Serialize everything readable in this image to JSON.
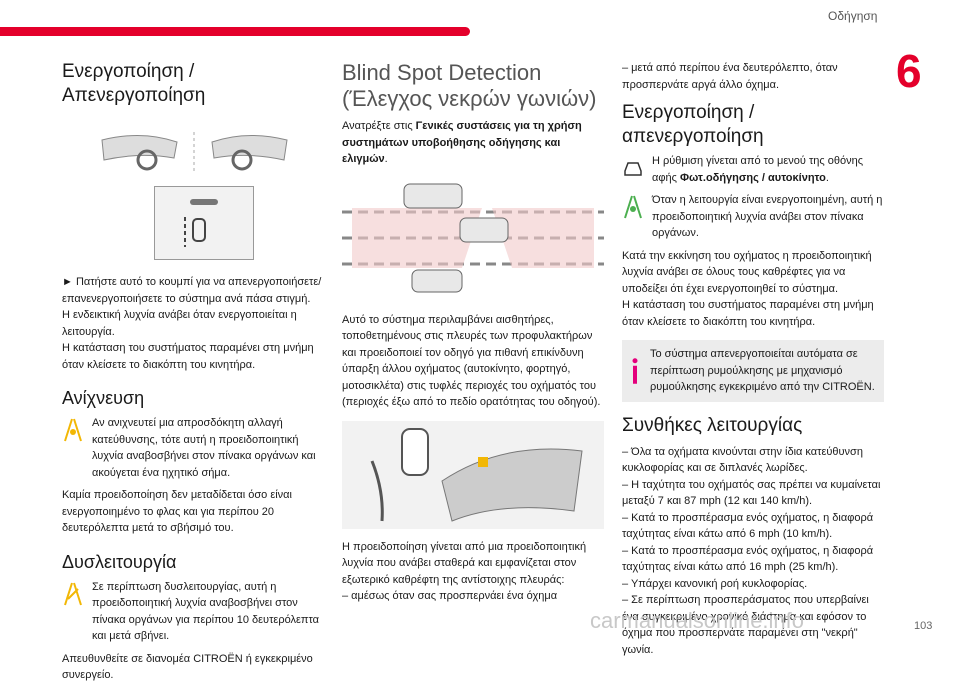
{
  "header": {
    "section": "Οδήγηση",
    "chapter": "6",
    "page": "103"
  },
  "col1": {
    "title": "Ενεργοποίηση / Απενεργοποίηση",
    "paragraphs": [
      "► Πατήστε αυτό το κουμπί για να απενεργοποιήσετε/ επανενεργοποιήσετε το σύστημα ανά πάσα στιγμή.",
      "Η ενδεικτική λυχνία ανάβει όταν ενεργοποιείται η λειτουργία.",
      "Η κατάσταση του συστήματος παραμένει στη μνήμη όταν κλείσετε το διακόπτη του κινητήρα."
    ],
    "detection": {
      "title": "Ανίχνευση",
      "icon_text": "Αν ανιχνευτεί μια απροσδόκητη αλλαγή κατεύθυνσης, τότε αυτή η προειδοποιητική λυχνία αναβοσβήνει στον πίνακα οργάνων και ακούγεται ένα ηχητικό σήμα.",
      "text": "Καμία προειδοποίηση δεν μεταδίδεται όσο είναι ενεργοποιημένο το φλας και για περίπου 20 δευτερόλεπτα μετά το σβήσιμό του."
    },
    "malfunction": {
      "title": "Δυσλειτουργία",
      "icon_text": "Σε περίπτωση δυσλειτουργίας, αυτή η προειδοποιητική λυχνία αναβοσβήνει στον πίνακα οργάνων για περίπου 10 δευτερόλεπτα και μετά σβήνει.",
      "text": "Απευθυνθείτε σε διανομέα CITROËN ή εγκεκριμένο συνεργείο."
    }
  },
  "col2": {
    "title": "Blind Spot Detection (Έλεγχος νεκρών γωνιών)",
    "intro_prefix": "Ανατρέξτε στις ",
    "intro_bold": "Γενικές συστάσεις για τη χρήση συστημάτων υποβοήθησης οδήγησης και ελιγμών",
    "intro_suffix": ".",
    "body": "Αυτό το σύστημα περιλαμβάνει αισθητήρες, τοποθετημένους στις πλευρές των προφυλακτήρων και προειδοποιεί τον οδηγό για πιθανή επικίνδυνη ύπαρξη άλλου οχήματος (αυτοκίνητο, φορτηγό, μοτοσικλέτα) στις τυφλές περιοχές του οχήματός του (περιοχές έξω από το πεδίο ορατότητας του οδηγού).",
    "warning": "Η προειδοποίηση γίνεται από μια προειδοποιητική λυχνία που ανάβει σταθερά και εμφανίζεται στον εξωτερικό καθρέφτη της αντίστοιχης πλευράς:",
    "bullet": "–  αμέσως όταν σας προσπερνάει ένα όχημα"
  },
  "col3": {
    "bullet_cont": "–  μετά από περίπου ένα δευτερόλεπτο, όταν προσπερνάτε αργά άλλο όχημα.",
    "title": "Ενεργοποίηση / απενεργοποίηση",
    "icon1_prefix": "Η ρύθμιση γίνεται από το μενού της οθόνης αφής ",
    "icon1_bold": "Φωτ.οδήγησης / αυτοκίνητο",
    "icon1_suffix": ".",
    "icon2_text": "Όταν η λειτουργία είναι ενεργοποιημένη, αυτή η προειδοποιητική λυχνία ανάβει στον πίνακα οργάνων.",
    "p1": "Κατά την εκκίνηση του οχήματος η προειδοποιητική λυχνία ανάβει σε όλους τους καθρέφτες για να υποδείξει ότι έχει ενεργοποιηθεί το σύστημα.",
    "p2": "Η κατάσταση του συστήματος παραμένει στη μνήμη όταν κλείσετε το διακόπτη του κινητήρα.",
    "info": "Το σύστημα απενεργοποιείται αυτόματα σε περίπτωση ρυμούλκησης με μηχανισμό ρυμούλκησης εγκεκριμένο από την CITROËN.",
    "conditions_title": "Συνθήκες λειτουργίας",
    "conditions": [
      "–  Όλα τα οχήματα κινούνται στην ίδια κατεύθυνση κυκλοφορίας και σε διπλανές λωρίδες.",
      "–  Η ταχύτητα του οχήματός σας πρέπει να κυμαίνεται μεταξύ 7 και 87 mph (12 και 140 km/h).",
      "–  Κατά το προσπέρασμα ενός οχήματος, η διαφορά ταχύτητας είναι κάτω από 6 mph (10 km/h).",
      "–  Κατά το προσπέρασμα ενός οχήματος, η διαφορά ταχύτητας είναι κάτω από 16 mph (25 km/h).",
      "–  Υπάρχει κανονική ροή κυκλοφορίας.",
      "–  Σε περίπτωση προσπεράσματος που υπερβαίνει ένα συγκεκριμένο χρονικό διάστημα και εφόσον το όχημα που προσπερνάτε παραμένει στη \"νεκρή\" γωνία."
    ]
  },
  "watermark": "carmanualsonline.info",
  "colors": {
    "accent": "#e4002b",
    "warning": "#f2b705",
    "ok": "#4caf50",
    "info": "#e4007c"
  }
}
